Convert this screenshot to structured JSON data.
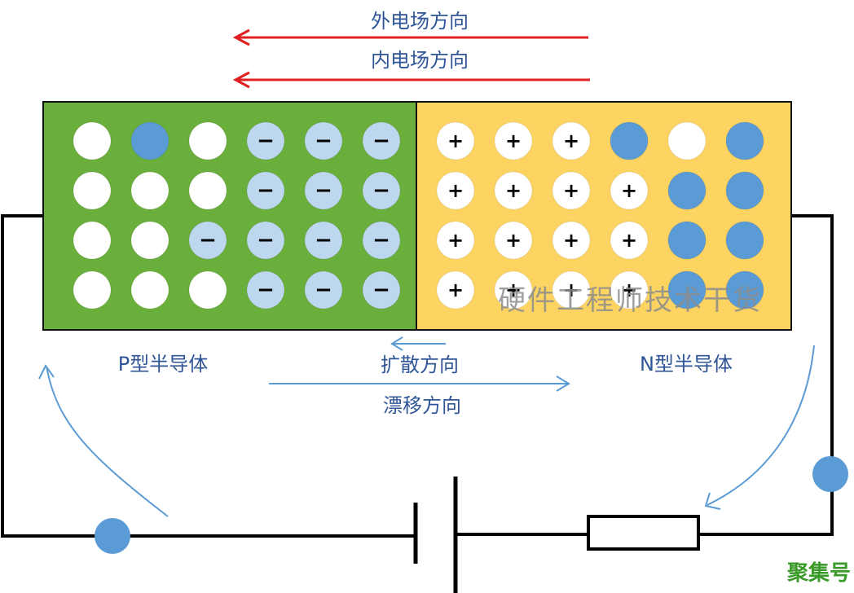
{
  "labels": {
    "external_field": "外电场方向",
    "internal_field": "内电场方向",
    "p_type": "P型半导体",
    "n_type": "N型半导体",
    "diffusion": "扩散方向",
    "drift": "漂移方向",
    "watermark": "硬件工程师技术干货",
    "brand": "聚集号"
  },
  "colors": {
    "p_region": "#6aae3c",
    "n_region": "#fdd462",
    "field_arrow": "#e02020",
    "flow_arrow": "#5b9bd5",
    "carrier": "#5b9bd5",
    "ion_negative": "#bdd7ee",
    "hole": "#ffffff",
    "text": "#2f5597"
  },
  "p_region": {
    "grid": [
      [
        "hole",
        "electron",
        "hole",
        "neg",
        "neg",
        "neg"
      ],
      [
        "hole",
        "hole",
        "hole",
        "neg",
        "neg",
        "neg"
      ],
      [
        "hole",
        "hole",
        "neg",
        "neg",
        "neg",
        "neg"
      ],
      [
        "hole",
        "hole",
        "hole",
        "neg",
        "neg",
        "neg"
      ]
    ]
  },
  "n_region": {
    "grid": [
      [
        "pos",
        "pos",
        "pos",
        "electron",
        "hole",
        "electron"
      ],
      [
        "pos",
        "pos",
        "pos",
        "pos",
        "electron",
        "electron"
      ],
      [
        "pos",
        "pos",
        "pos",
        "pos",
        "electron",
        "electron"
      ],
      [
        "pos",
        "pos",
        "pos",
        "pos",
        "electron",
        "electron"
      ]
    ]
  },
  "signs": {
    "neg": "−",
    "pos": "+"
  }
}
